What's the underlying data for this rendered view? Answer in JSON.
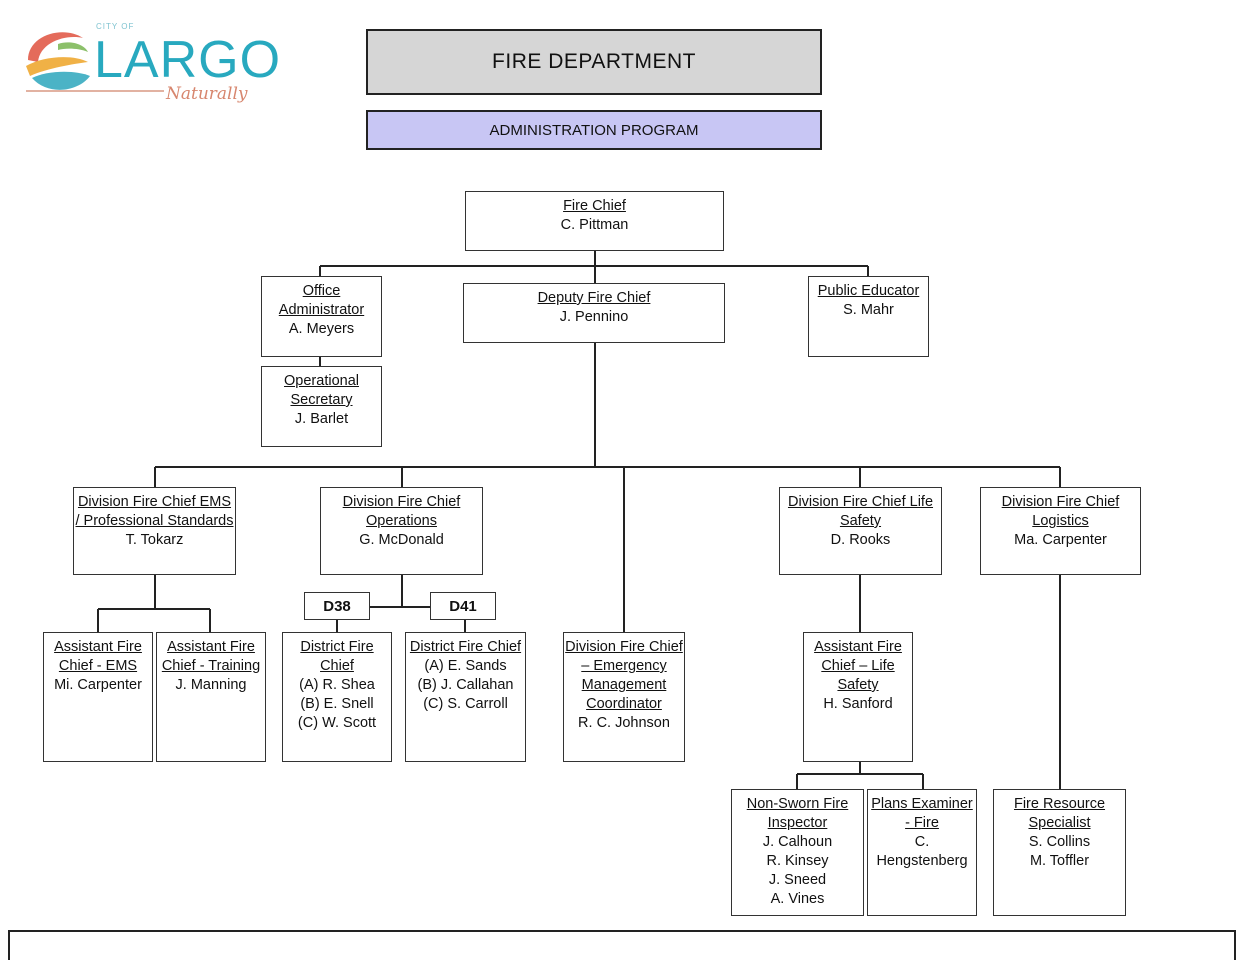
{
  "logo": {
    "city_prefix": "CITY OF",
    "name": "LARGO",
    "tagline": "Naturally"
  },
  "header": {
    "department": "FIRE DEPARTMENT",
    "program": "ADMINISTRATION PROGRAM"
  },
  "nodes": {
    "fire_chief": {
      "title": "Fire Chief",
      "names": [
        "C. Pittman"
      ]
    },
    "office_admin": {
      "title": "Office Administrator",
      "names": [
        "A. Meyers"
      ]
    },
    "deputy_chief": {
      "title": "Deputy Fire Chief",
      "names": [
        "J. Pennino"
      ]
    },
    "public_educator": {
      "title": "Public Educator",
      "names": [
        "S. Mahr"
      ]
    },
    "op_secretary": {
      "title": "Operational Secretary",
      "names": [
        "J. Barlet"
      ]
    },
    "div_ems": {
      "title": "Division Fire Chief EMS / Professional Standards",
      "names": [
        "T. Tokarz"
      ]
    },
    "div_ops": {
      "title": "Division Fire Chief Operations",
      "names": [
        "G. McDonald"
      ]
    },
    "div_life": {
      "title": "Division Fire Chief Life Safety",
      "names": [
        "D. Rooks"
      ]
    },
    "div_log": {
      "title": "Division Fire Chief Logistics",
      "names": [
        "Ma. Carpenter"
      ]
    },
    "asst_ems": {
      "title": "Assistant Fire Chief - EMS",
      "names": [
        "Mi. Carpenter"
      ]
    },
    "asst_train": {
      "title": "Assistant Fire Chief - Training",
      "names": [
        "J. Manning"
      ]
    },
    "dist_d38": {
      "title": "District Fire Chief",
      "names": [
        "(A) R. Shea",
        "(B) E. Snell",
        "(C) W. Scott"
      ]
    },
    "dist_d41": {
      "title": "District Fire Chief",
      "names": [
        "(A) E. Sands",
        "(B) J. Callahan",
        "(C) S. Carroll"
      ]
    },
    "div_emerg": {
      "title": "Division Fire Chief – Emergency Management Coordinator",
      "names": [
        "R. C. Johnson"
      ]
    },
    "asst_life": {
      "title": "Assistant Fire Chief – Life Safety",
      "names": [
        "H. Sanford"
      ]
    },
    "nonsworn": {
      "title": "Non-Sworn Fire Inspector",
      "names": [
        "J. Calhoun",
        "R. Kinsey",
        "J. Sneed",
        "A. Vines"
      ]
    },
    "plans_exam": {
      "title": "Plans Examiner - Fire",
      "names": [
        "C. Hengstenberg"
      ]
    },
    "resource_spec": {
      "title": "Fire Resource Specialist",
      "names": [
        "S. Collins",
        "M. Toffler"
      ]
    }
  },
  "district_tags": [
    "D38",
    "D41"
  ]
}
